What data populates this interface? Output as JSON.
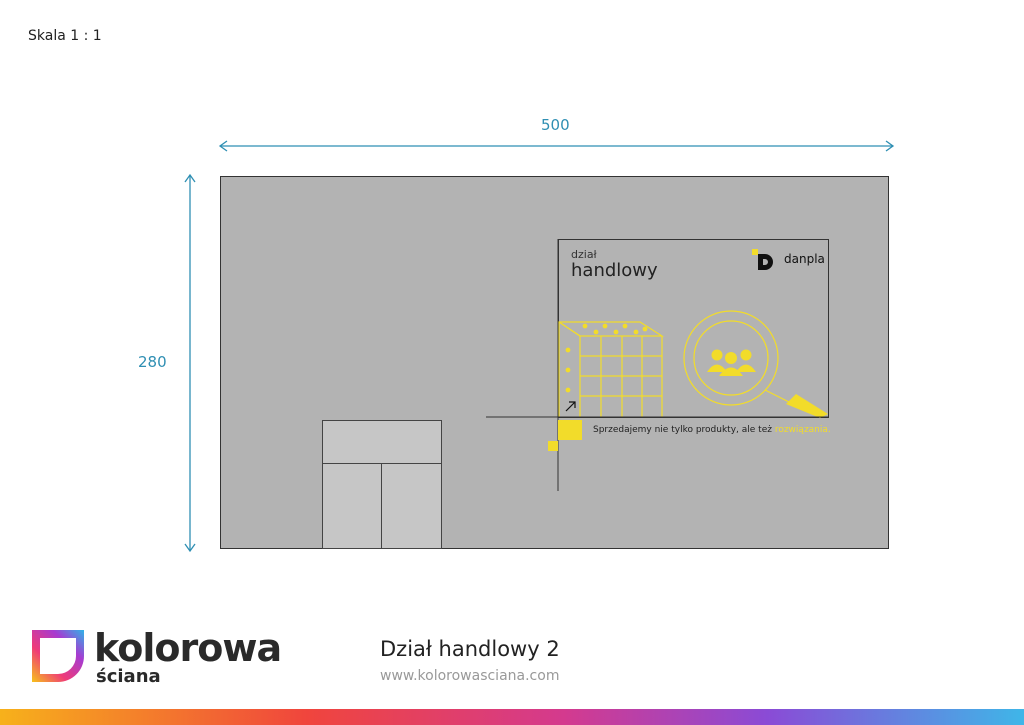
{
  "scale_label": "Skala 1 : 1",
  "dimensions": {
    "width": "500",
    "height": "280"
  },
  "panel": {
    "subtitle": "dział",
    "title": "handlowy",
    "brand": "danpla",
    "tagline_prefix": "Sprzedajemy nie tylko produkty, ale też ",
    "tagline_highlight": "rozwiązania."
  },
  "footer": {
    "logo_main": "kolorowa",
    "logo_sub": "ściana",
    "title": "Dział handlowy 2",
    "url": "www.kolorowasciana.com"
  },
  "colors": {
    "wall": "#b3b3b3",
    "dimension": "#2f8fb3",
    "accent_yellow": "#f2dc2a"
  }
}
